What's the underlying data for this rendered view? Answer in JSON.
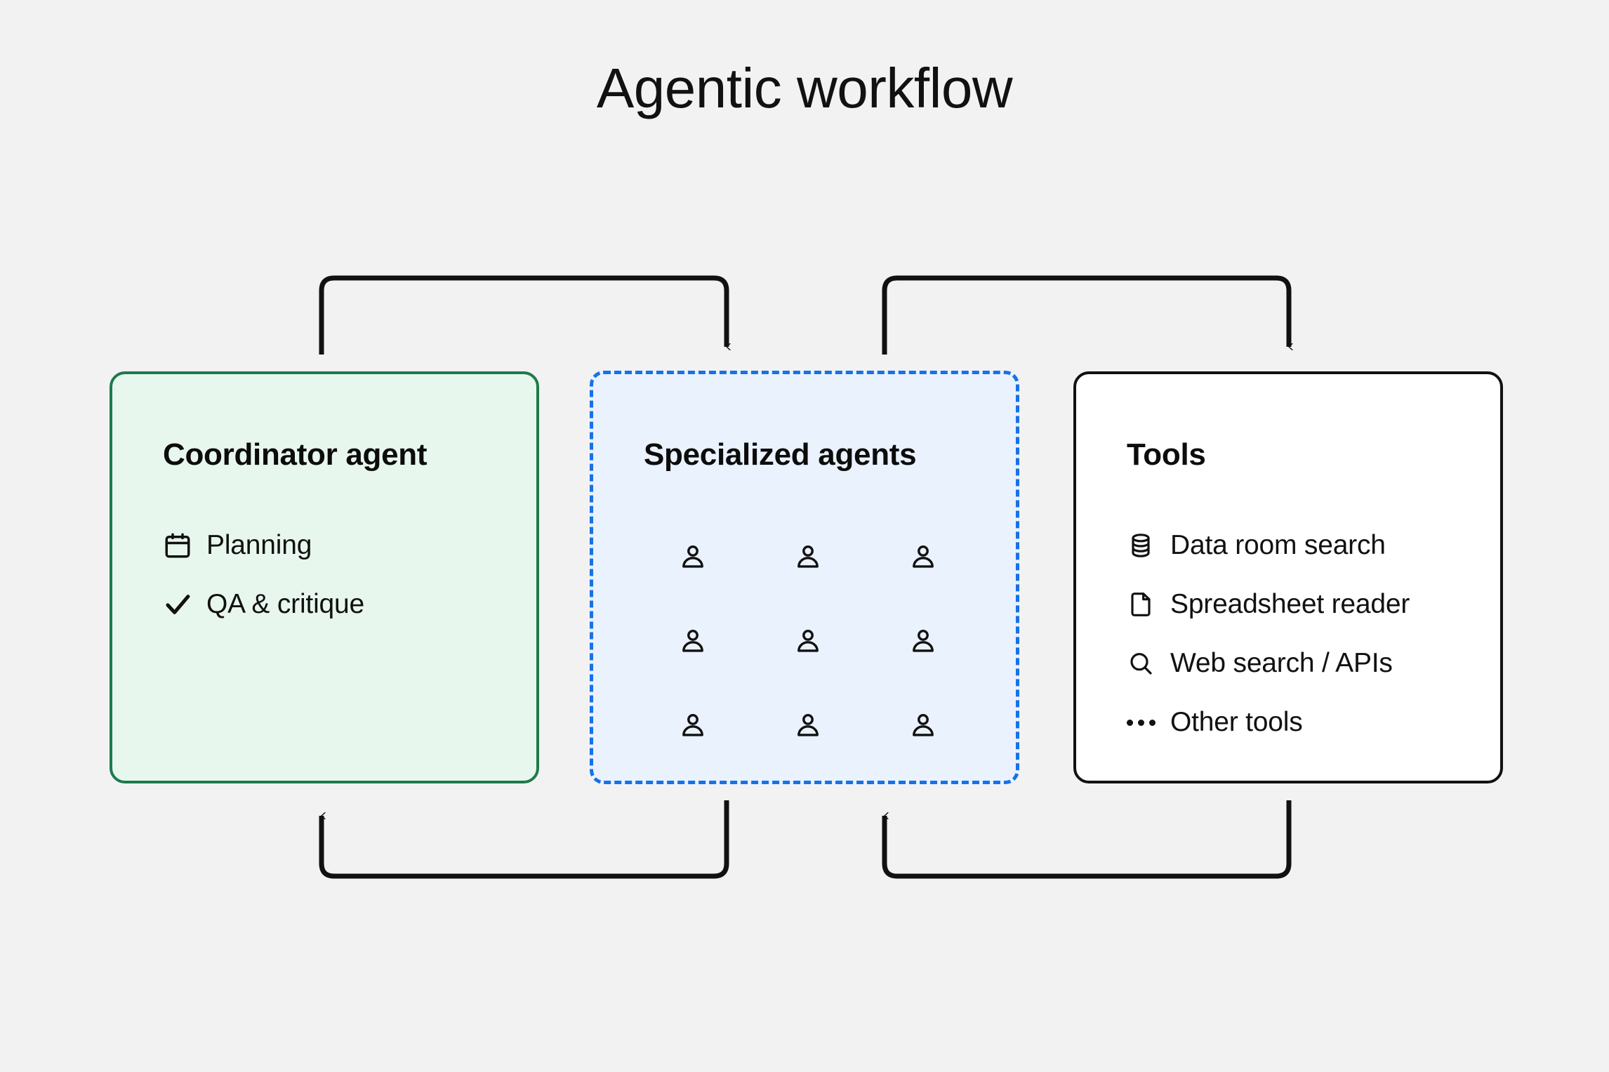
{
  "page": {
    "title": "Agentic workflow",
    "background_color": "#f2f2f2"
  },
  "cards": {
    "coordinator": {
      "title": "Coordinator agent",
      "background_color": "#e8f7ee",
      "border_color": "#1d7a4c",
      "items": [
        {
          "icon": "calendar-icon",
          "label": "Planning"
        },
        {
          "icon": "check-icon",
          "label": "QA & critique"
        }
      ]
    },
    "specialized": {
      "title": "Specialized agents",
      "background_color": "#eaf2fe",
      "border_color": "#1672e8",
      "border_style": "dashed",
      "agent_icon": "person-icon",
      "agent_rows": 3,
      "agent_columns": 3,
      "agent_count": 9
    },
    "tools": {
      "title": "Tools",
      "background_color": "#ffffff",
      "border_color": "#111111",
      "items": [
        {
          "icon": "database-icon",
          "label": "Data room search"
        },
        {
          "icon": "file-icon",
          "label": "Spreadsheet reader"
        },
        {
          "icon": "search-icon",
          "label": "Web search / APIs"
        },
        {
          "icon": "ellipsis-icon",
          "label": "Other tools"
        }
      ]
    }
  },
  "connectors": [
    {
      "name": "coordinator-to-specialized",
      "from": "coordinator",
      "to": "specialized",
      "direction": "top",
      "arrowhead": "down",
      "color": "#111111"
    },
    {
      "name": "specialized-to-coordinator",
      "from": "specialized",
      "to": "coordinator",
      "direction": "bottom",
      "arrowhead": "up",
      "color": "#111111"
    },
    {
      "name": "specialized-to-tools",
      "from": "specialized",
      "to": "tools",
      "direction": "top",
      "arrowhead": "down",
      "color": "#111111"
    },
    {
      "name": "tools-to-specialized",
      "from": "tools",
      "to": "specialized",
      "direction": "bottom",
      "arrowhead": "up",
      "color": "#111111"
    }
  ]
}
